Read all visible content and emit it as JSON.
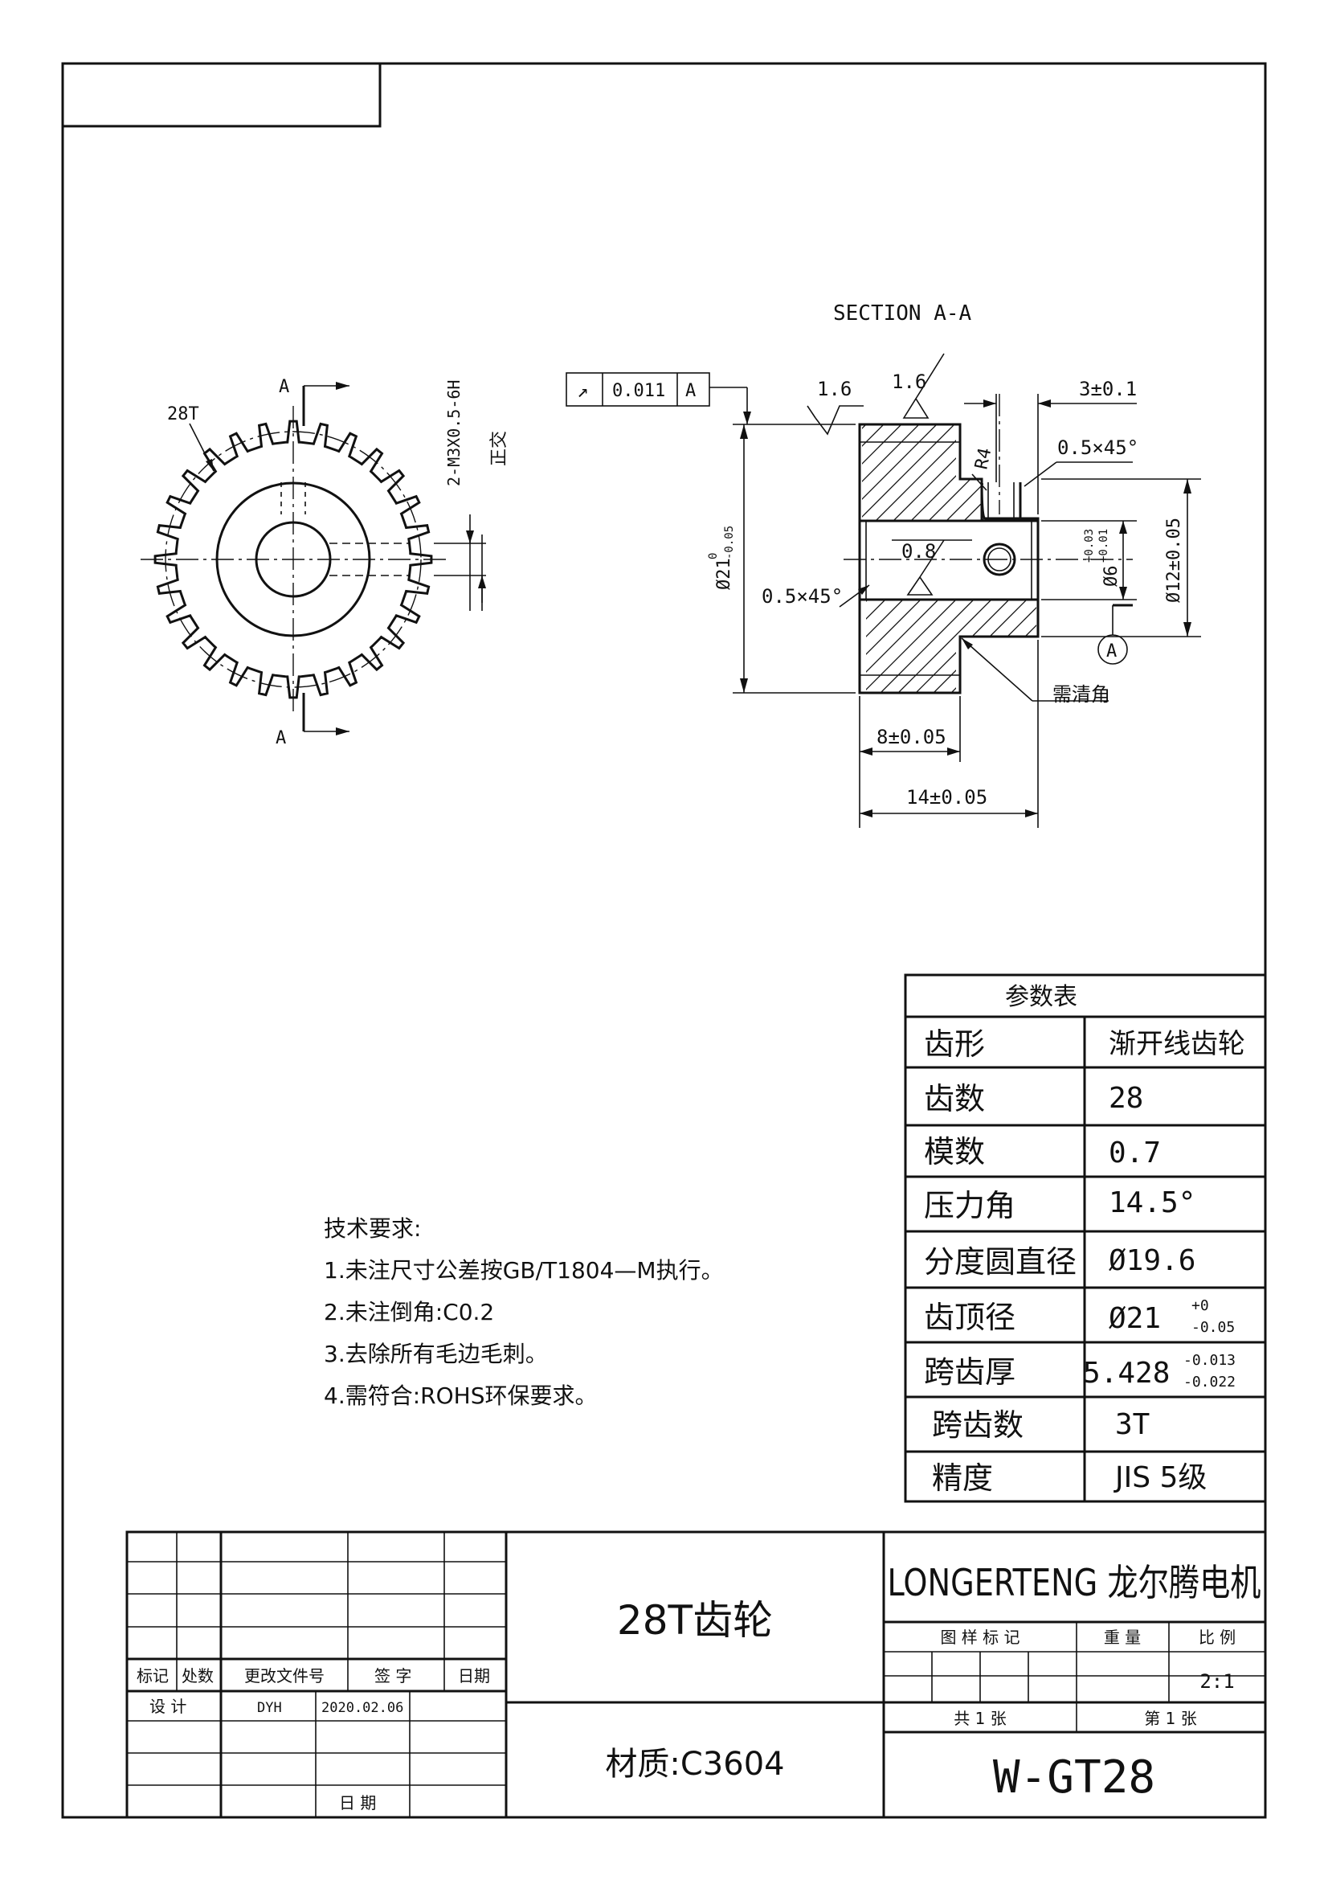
{
  "drawing": {
    "section_title": "SECTION A-A",
    "section_marks": [
      "A",
      "A"
    ],
    "tooth_label": "28T",
    "thread_note": "2-M3X0.5-6H",
    "thread_note_sub": "正交",
    "tolerance_frame": {
      "symbol": "↗",
      "value": "0.011",
      "datum": "A"
    },
    "datum_label": "A",
    "roughness": [
      "1.6",
      "1.6",
      "0.8"
    ],
    "dims": {
      "outer_dia": "Ø21",
      "outer_dia_upper": "0",
      "outer_dia_lower": "-0.05",
      "width_total": "14±0.05",
      "width_hub": "8±0.05",
      "gap": "3±0.1",
      "chamfer_right": "0.5×45°",
      "chamfer_left": "0.5×45°",
      "radius": "R4",
      "bore": "Ø6",
      "bore_upper": "+0.03",
      "bore_lower": "+0.01",
      "hub_dia": "Ø12±0.05",
      "clean_corner": "需清角"
    }
  },
  "tech_requirements": {
    "title": "技术要求:",
    "items": [
      "1.未注尺寸公差按GB/T1804—M执行。",
      "2.未注倒角:C0.2",
      "3.去除所有毛边毛刺。",
      "4.需符合:ROHS环保要求。"
    ]
  },
  "param_table": {
    "title": "参数表",
    "rows": [
      {
        "label": "齿形",
        "value": "渐开线齿轮"
      },
      {
        "label": "齿数",
        "value": "28"
      },
      {
        "label": "模数",
        "value": "0.7"
      },
      {
        "label": "压力角",
        "value": "14.5°"
      },
      {
        "label": "分度圆直径",
        "value": "Ø19.6"
      },
      {
        "label": "齿顶径",
        "value": "Ø21",
        "sup": "+0",
        "sub": "-0.05"
      },
      {
        "label": "跨齿厚",
        "value": "5.428",
        "sup": "-0.013",
        "sub": "-0.022"
      },
      {
        "label": "跨齿数",
        "value": "3T"
      },
      {
        "label": "精度",
        "value": "JIS 5级"
      }
    ]
  },
  "title_block": {
    "headers": [
      "标记",
      "处数",
      "更改文件号",
      "签 字",
      "日期"
    ],
    "design_label": "设 计",
    "designer": "DYH",
    "design_date": "2020.02.06",
    "date_label": "日 期",
    "part_name": "28T齿轮",
    "material": "材质:C3604",
    "company": "LONGERTENG 龙尔腾电机",
    "drawing_mark_label": "图 样 标 记",
    "weight_label": "重 量",
    "scale_label": "比 例",
    "scale": "2:1",
    "sheets_total": "共 1 张",
    "sheet_no": "第 1 张",
    "drawing_no": "W-GT28"
  }
}
